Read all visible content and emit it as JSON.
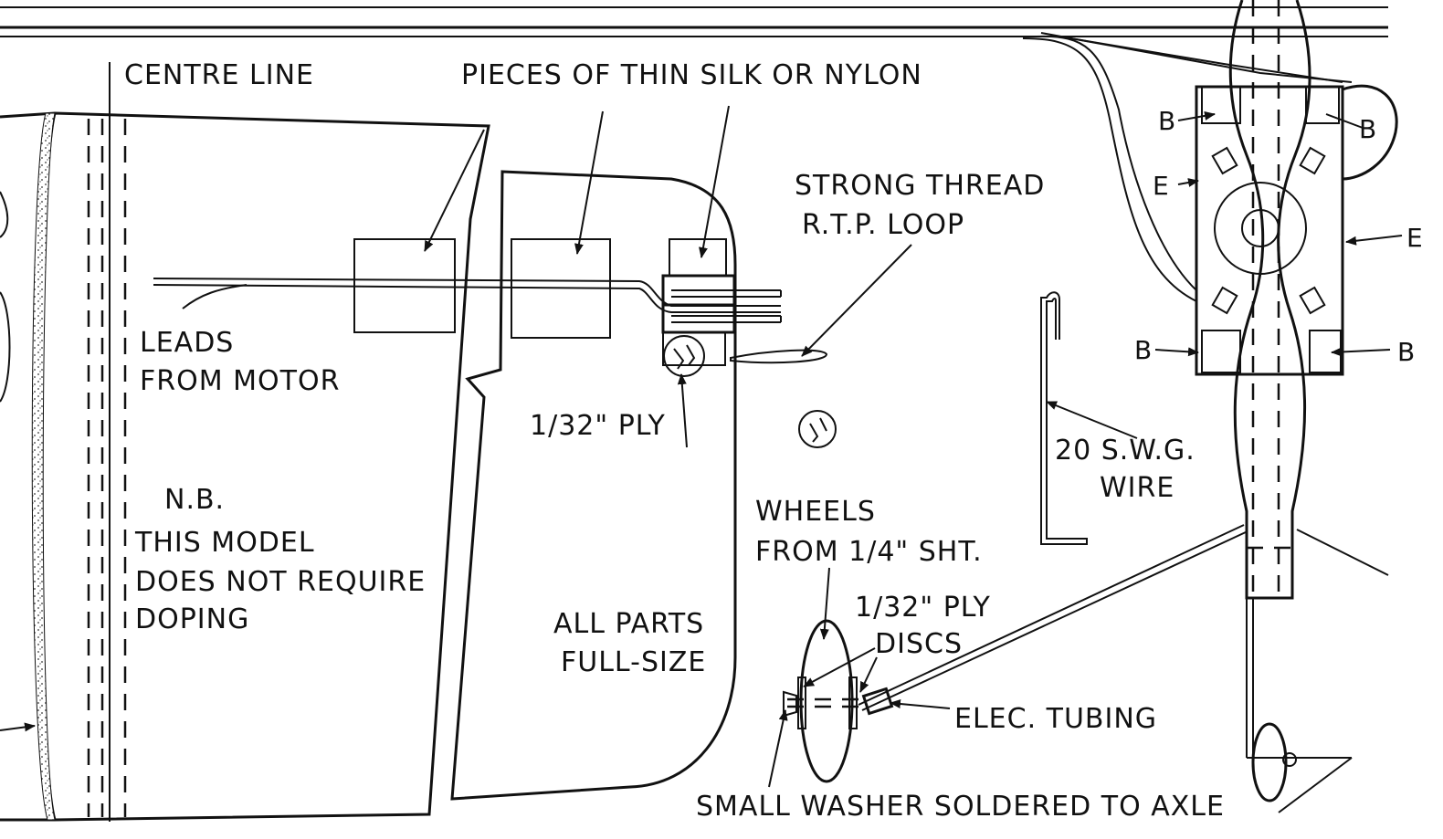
{
  "labels": {
    "centre_line": "CENTRE LINE",
    "pieces": "PIECES OF THIN SILK OR NYLON",
    "strong_thread": "STRONG THREAD",
    "rtp_loop": "R.T.P. LOOP",
    "leads_1": "LEADS",
    "leads_2": "FROM MOTOR",
    "ply_1": "1/32\" PLY",
    "nb": "N.B.",
    "nb_1": "THIS MODEL",
    "nb_2": "DOES NOT REQUIRE",
    "nb_3": "DOPING",
    "all_parts_1": "ALL PARTS",
    "all_parts_2": "FULL-SIZE",
    "wheels_1": "WHEELS",
    "wheels_2": "FROM 1/4\" SHT.",
    "discs_1": "1/32\" PLY",
    "discs_2": "DISCS",
    "elec_tubing": "ELEC. TUBING",
    "small_washer": "SMALL WASHER SOLDERED TO AXLE",
    "wire_1": "20 S.W.G.",
    "wire_2": "WIRE",
    "b": "B",
    "e": "E"
  }
}
